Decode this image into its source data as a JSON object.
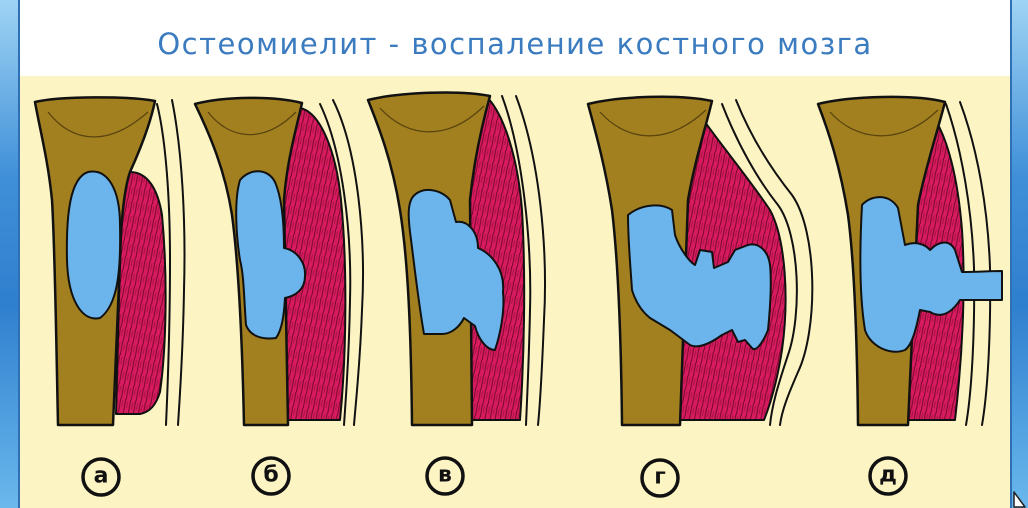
{
  "slide": {
    "title": "Остеомиелит - воспаление костного мозга"
  },
  "figures": [
    {
      "label": "а"
    },
    {
      "label": "б"
    },
    {
      "label": "в"
    },
    {
      "label": "г"
    },
    {
      "label": "д"
    }
  ],
  "colors": {
    "title": "#3B7BBF",
    "bone": "#A3801F",
    "pus": "#6CB4EC",
    "muscle": "#D81B60",
    "panel_background": "#FDF4C4",
    "slide_background": "#3F8FD8"
  },
  "icons": {
    "cursor": "cursor-icon"
  }
}
